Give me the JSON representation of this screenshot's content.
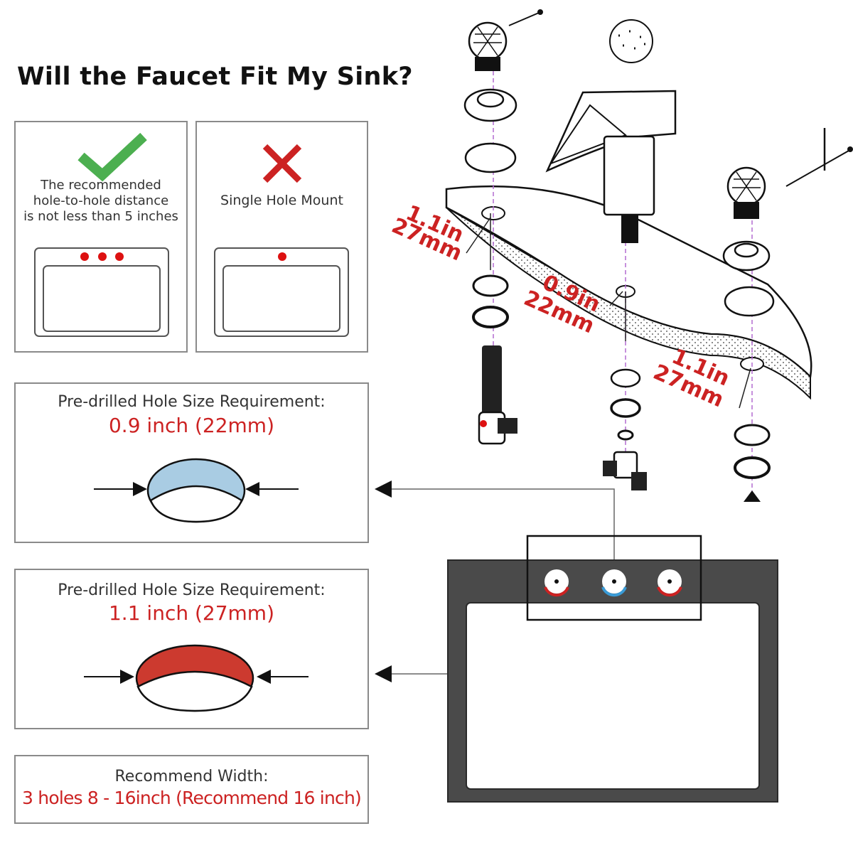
{
  "title": "Will the Faucet Fit My Sink?",
  "panel_recommended": {
    "text_line1": "The recommended",
    "text_line2": "hole-to-hole distance",
    "text_line3": "is not less than 5 inches"
  },
  "panel_single": {
    "text": "Single Hole Mount"
  },
  "hole_22mm": {
    "label": "Pre-drilled Hole Size Requirement:",
    "value": "0.9 inch (22mm)",
    "fill_color": "#a9cce3"
  },
  "hole_27mm": {
    "label": "Pre-drilled Hole Size Requirement:",
    "value": "1.1 inch (27mm)",
    "fill_color": "#cc3a2f"
  },
  "width": {
    "label": "Recommend Width:",
    "value": "3 holes 8 - 16inch (Recommend 16 inch)"
  },
  "dimensions": {
    "left_in": "1.1in",
    "left_mm": "27mm",
    "center_in": "0.9in",
    "center_mm": "22mm",
    "right_in": "1.1in",
    "right_mm": "27mm"
  },
  "colors": {
    "accent_red": "#cc2222",
    "check_green": "#4caf50",
    "sink_frame": "#4a4a4a"
  }
}
